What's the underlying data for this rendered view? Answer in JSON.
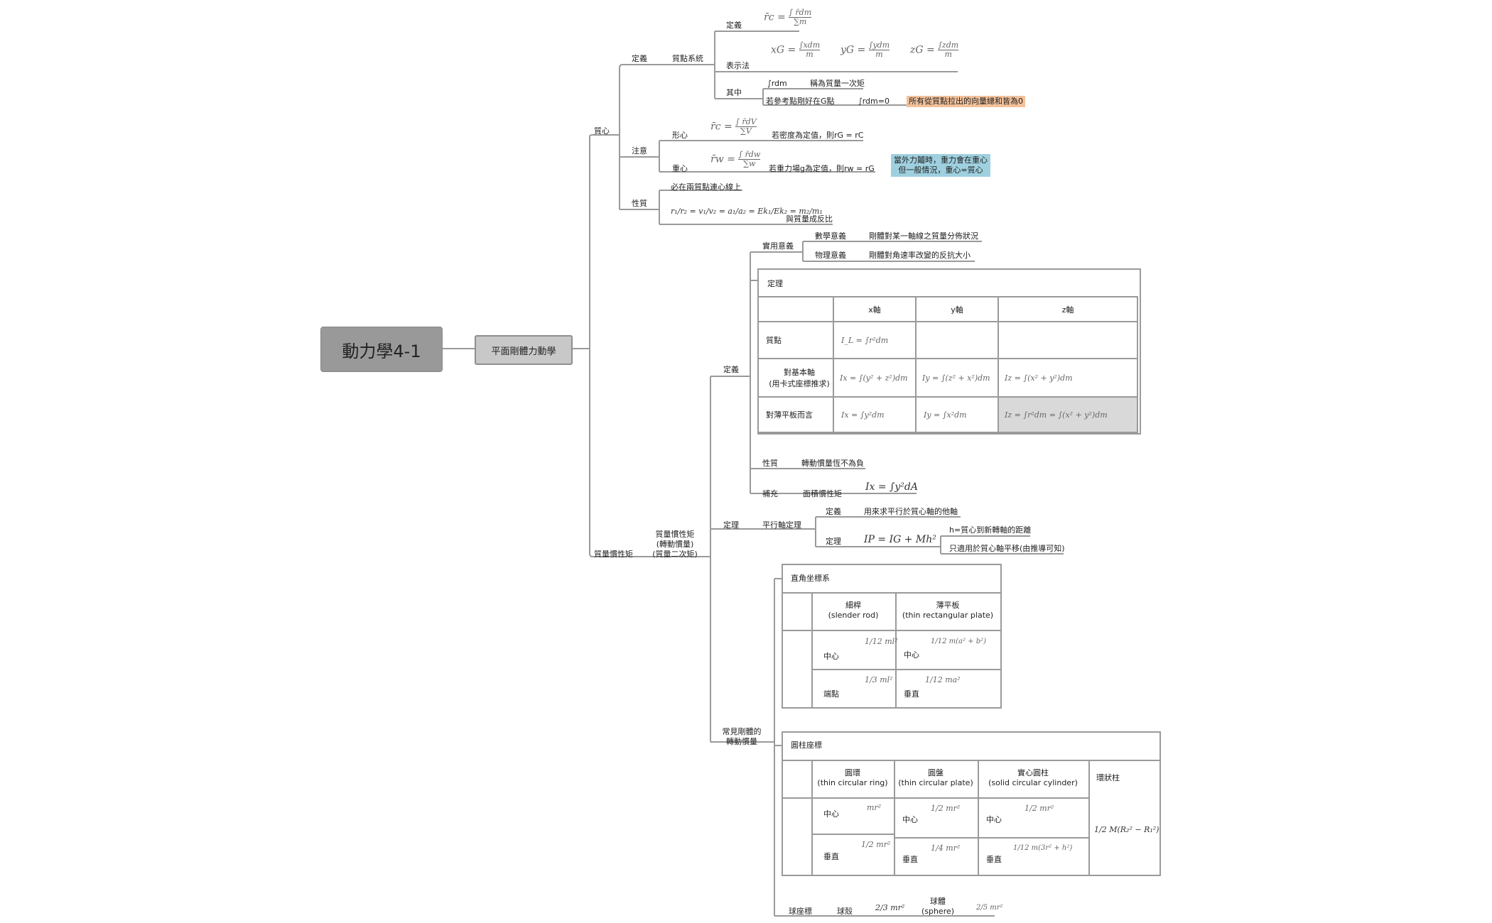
{
  "root": {
    "label": "動力學4-1"
  },
  "l1": {
    "label": "平面剛體力動學"
  },
  "center": {
    "label": "質心",
    "def": {
      "label": "定義",
      "system": "質點系統",
      "defn": "定義",
      "defn_formula": {
        "lhs": "r̄c =",
        "num": "∫ r̄dm",
        "den": "∑m"
      },
      "repr": "表示法",
      "xg": {
        "lhs": "xG =",
        "num": "∫xdm",
        "den": "m"
      },
      "yg": {
        "lhs": "yG =",
        "num": "∫ydm",
        "den": "m"
      },
      "zg": {
        "lhs": "zG =",
        "num": "∫zdm",
        "den": "m"
      },
      "among": "其中",
      "rdm": "∫rdm",
      "rdm_desc": "稱為質量一次矩",
      "if_ref": "若參考點剛好在G點",
      "rdm0": "∫rdm=0",
      "all_vec": "所有從質點拉出的向量總和皆為0"
    },
    "note": {
      "label": "注意",
      "shape": "形心",
      "shape_formula": {
        "lhs": "r̄c =",
        "num": "∫ r̄dV",
        "den": "∑V"
      },
      "shape_text": "若密度為定值，則rG = rC",
      "gravity": "重心",
      "grav_formula": {
        "lhs": "r̄w =",
        "num": "∫ r̄dw",
        "den": "∑w"
      },
      "grav_text": "若重力場g為定值，則rw = rG",
      "blue1": "當外力鬮時，重力會在重心",
      "blue2": "但一般情況，重心=質心"
    },
    "prop": {
      "label": "性質",
      "line": "必在兩質點連心線上",
      "ratio": "r₁/r₂ = v₁/v₂ = a₁/a₂ = Ek₁/Ek₂ = m₂/m₁",
      "inverse": "與質量成反比"
    }
  },
  "inertia": {
    "label": "質量慣性矩",
    "sub": [
      "質量慣性矩",
      "(轉動慣量)",
      "(質量二次矩)"
    ],
    "def": {
      "label": "定義",
      "practical": "實用意義",
      "math": "數學意義",
      "math_desc": "剛體對某一軸線之質量分佈狀況",
      "phys": "物理意義",
      "phys_desc": "剛體對角速率改變的反抗大小",
      "theorem_table": {
        "title": "定理",
        "headers": [
          "",
          "x軸",
          "y軸",
          "z軸"
        ],
        "rows": [
          {
            "label": "質點",
            "cells": [
              "I_L = ∫r²dm",
              "",
              ""
            ]
          },
          {
            "label": "對基本軸\n(用卡式座標推求)",
            "cells": [
              "Ix = ∫(y² + z²)dm",
              "Iy = ∫(z² + x²)dm",
              "Iz = ∫(x² + y²)dm"
            ]
          },
          {
            "label": "對薄平板而言",
            "cells": [
              "Ix = ∫y²dm",
              "Iy = ∫x²dm",
              "Iz = ∫r²dm = ∫(x² + y²)dm"
            ]
          }
        ]
      },
      "prop": "性質",
      "prop_desc": "轉動慣量恆不為負",
      "supp": "補充",
      "supp_desc": "面積慣性矩",
      "supp_formula": "Ix = ∫y²dA"
    },
    "thm": {
      "label": "定理",
      "parallel": "平行軸定理",
      "def": "定義",
      "def_desc": "用來求平行於質心軸的他軸",
      "thm": "定理",
      "formula": "IP = IG + Mh²",
      "h_desc": "h=質心到新轉軸的距離",
      "only": "只適用於質心軸平移(由推導可知)"
    },
    "common": {
      "label": [
        "常見剛體的",
        "轉動慣量"
      ],
      "rect": {
        "title": "直角坐標系",
        "h1": [
          "細桿",
          "(slender rod)"
        ],
        "h2": [
          "薄平板",
          "(thin rectangular plate)"
        ],
        "r1a": "中心",
        "r1a_f": "1/12 ml²",
        "r1b": "中心",
        "r1b_f": "1/12 m(a² + b²)",
        "r2a": "端點",
        "r2a_f": "1/3 ml²",
        "r2b": "垂直",
        "r2b_f": "1/12 ma²"
      },
      "cyl": {
        "title": "圓柱座標",
        "h1": [
          "圓環",
          "(thin circular ring)"
        ],
        "h2": [
          "圓盤",
          "(thin circular plate)"
        ],
        "h3": [
          "實心圓柱",
          "(solid circular cylinder)"
        ],
        "h4": "環狀柱",
        "ring_c": "中心",
        "ring_c_f": "mr²",
        "ring_v": "垂直",
        "ring_v_f": "1/2 mr²",
        "disk_c": "中心",
        "disk_c_f": "1/2 mr²",
        "disk_v": "垂直",
        "disk_v_f": "1/4 mr²",
        "solid_c": "中心",
        "solid_c_f": "1/2 mr²",
        "solid_v": "垂直",
        "solid_v_f": "1/12 m(3r² + h²)",
        "annulus_f": "1/2 M(R₂² − R₁²)"
      },
      "sphere": {
        "label": "球座標",
        "shell": "球殼",
        "shell_f": "2/3 mr²",
        "solid": [
          "球體",
          "(sphere)"
        ],
        "solid_f": "2/5 mr²"
      }
    }
  }
}
